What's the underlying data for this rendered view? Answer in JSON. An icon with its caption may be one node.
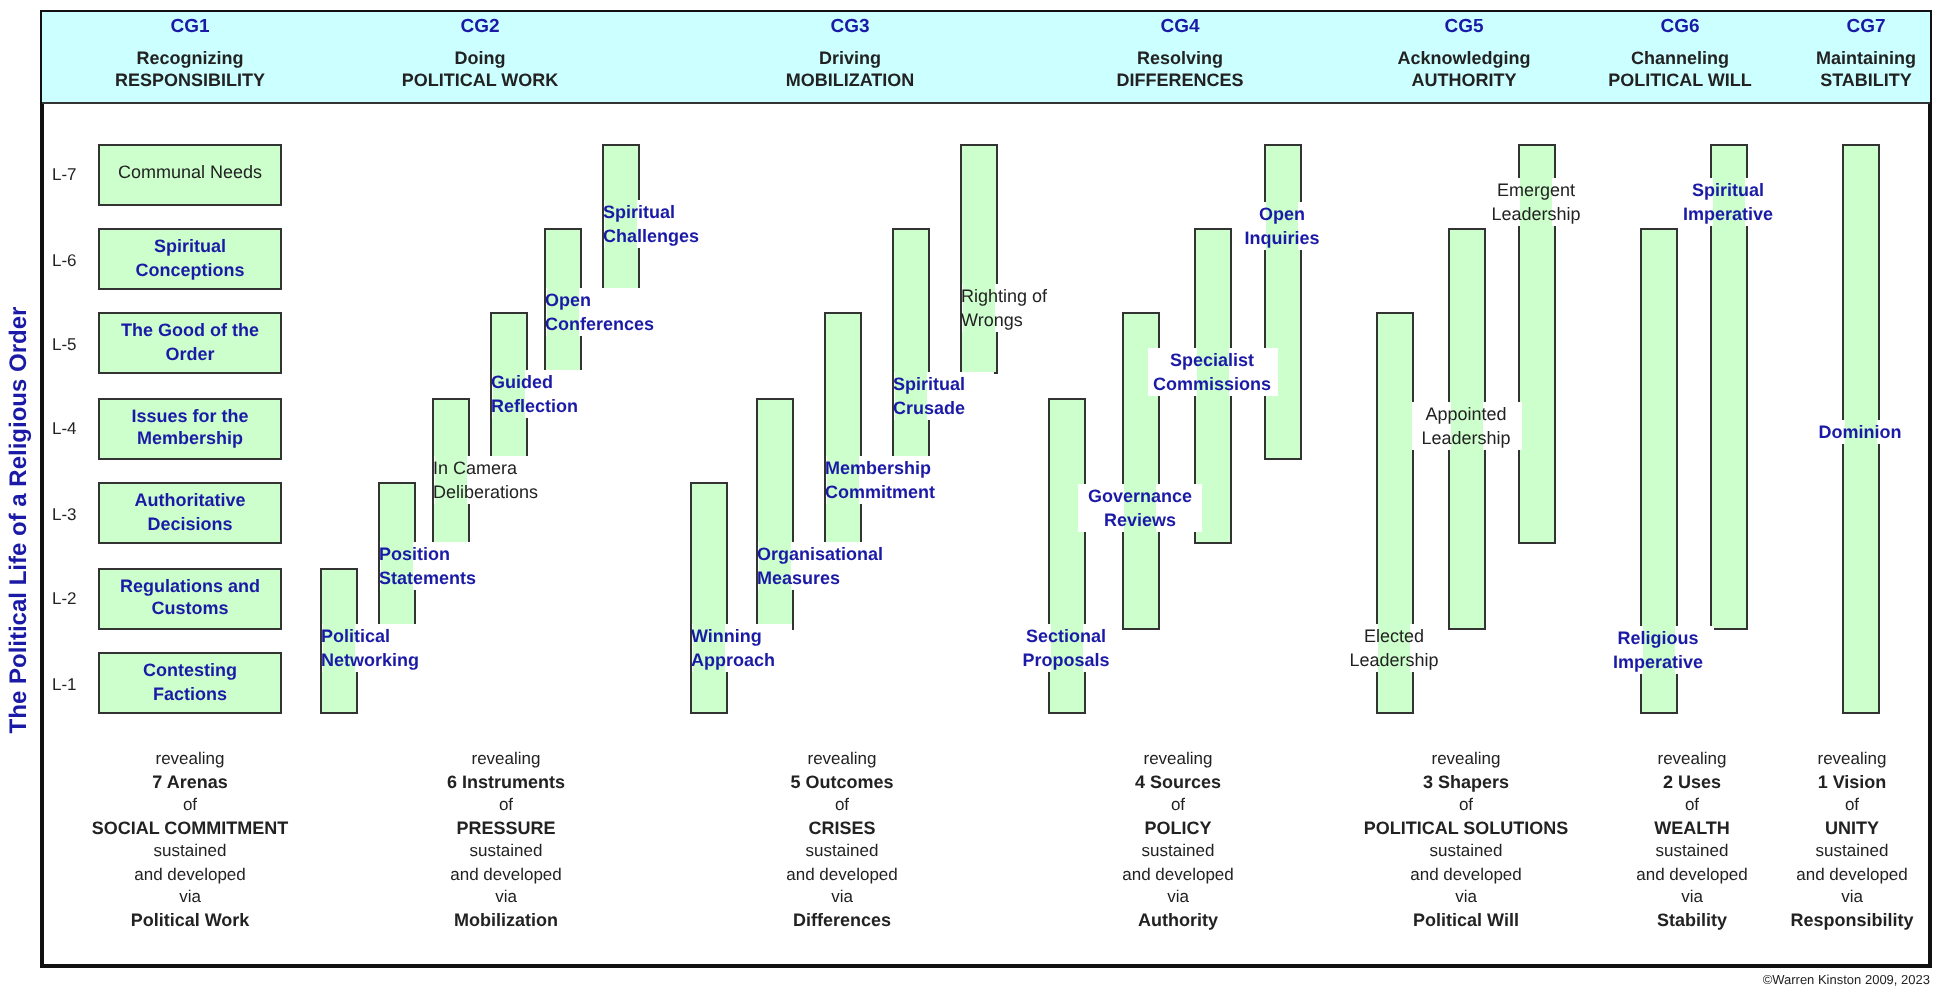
{
  "diagram": {
    "title": "The Political Life of a Religious Order",
    "nodes": [
      {
        "text": [
          "CG1",
          "Recognizing RESPONSIBILITY",
          "CG2",
          "Doing POLITICAL WORK",
          "CG3",
          "Driving MOBILIZATION",
          "CG4",
          "Resolving DIFFERENCES",
          "CG5",
          "Acknowledging AUTHORITY",
          "CG6",
          "Channeling POLITICAL WILL",
          "CG7",
          "Maintaining STABILITY"
        ]
      },
      {
        "text": [
          "Communal Needs"
        ]
      },
      {
        "text": [
          "Spiritual Conceptions"
        ]
      },
      {
        "text": [
          "The Good of the Order"
        ]
      },
      {
        "text": [
          "Issues for the Membership"
        ]
      },
      {
        "text": [
          "Authoritative Decisions"
        ]
      },
      {
        "text": [
          "Regulations and Customs"
        ]
      },
      {
        "text": [
          "Contesting Factions"
        ]
      },
      {
        "text": [
          "Political Networking"
        ]
      },
      {
        "text": [
          "Position Statements"
        ]
      },
      {
        "text": [
          "In Camera Deliberations"
        ]
      },
      {
        "text": [
          "Guided Reflection"
        ]
      },
      {
        "text": [
          "Open Conferences"
        ]
      },
      {
        "text": [
          "Spiritual Challenges"
        ]
      },
      {
        "text": [
          "Winning Approach"
        ]
      },
      {
        "text": [
          "Organisational Measures"
        ]
      },
      {
        "text": [
          "Membership Commitment"
        ]
      },
      {
        "text": [
          "Spiritual Crusade"
        ]
      },
      {
        "text": [
          "Righting of Wrongs"
        ]
      },
      {
        "text": [
          "Sectional Proposals"
        ]
      },
      {
        "text": [
          "Governance Reviews"
        ]
      },
      {
        "text": [
          "Specialist Commissions"
        ]
      },
      {
        "text": [
          "Open Inquiries"
        ]
      },
      {
        "text": [
          "Elected Leadership"
        ]
      },
      {
        "text": [
          "Appointed Leadership"
        ]
      },
      {
        "text": [
          "Emergent Leadership"
        ]
      },
      {
        "text": [
          "Religious Imperative"
        ]
      },
      {
        "text": [
          "Spiritual Imperative"
        ]
      },
      {
        "text": [
          "Dominion"
        ]
      }
    ],
    "labels": [
      "L-7",
      "L-6",
      "L-5",
      "L-4",
      "L-3",
      "L-2",
      "L-1",
      "revealing",
      "7 Arenas",
      "of",
      "SOCIAL COMMITMENT",
      "sustained and developed",
      "via",
      "Political Work",
      "revealing",
      "6 Instruments",
      "of",
      "PRESSURE",
      "sustained and developed",
      "via",
      "Mobilization",
      "revealing",
      "5 Outcomes",
      "of",
      "CRISES",
      "sustained and developed",
      "via",
      "Differences",
      "revealing",
      "4 Sources",
      "of",
      "POLICY",
      "sustained and developed",
      "via",
      "Authority",
      "revealing",
      "3 Shapers",
      "of",
      "POLITICAL SOLUTIONS",
      "sustained and developed",
      "via",
      "Political Will",
      "revealing",
      "2 Uses",
      "of",
      "WEALTH",
      "sustained and developed",
      "via",
      "Stability",
      "revealing",
      "1 Vision",
      "of",
      "UNITY",
      "sustained and developed",
      "via",
      "Responsibility",
      "©Warren Kinston 2009, 2023"
    ]
  }
}
